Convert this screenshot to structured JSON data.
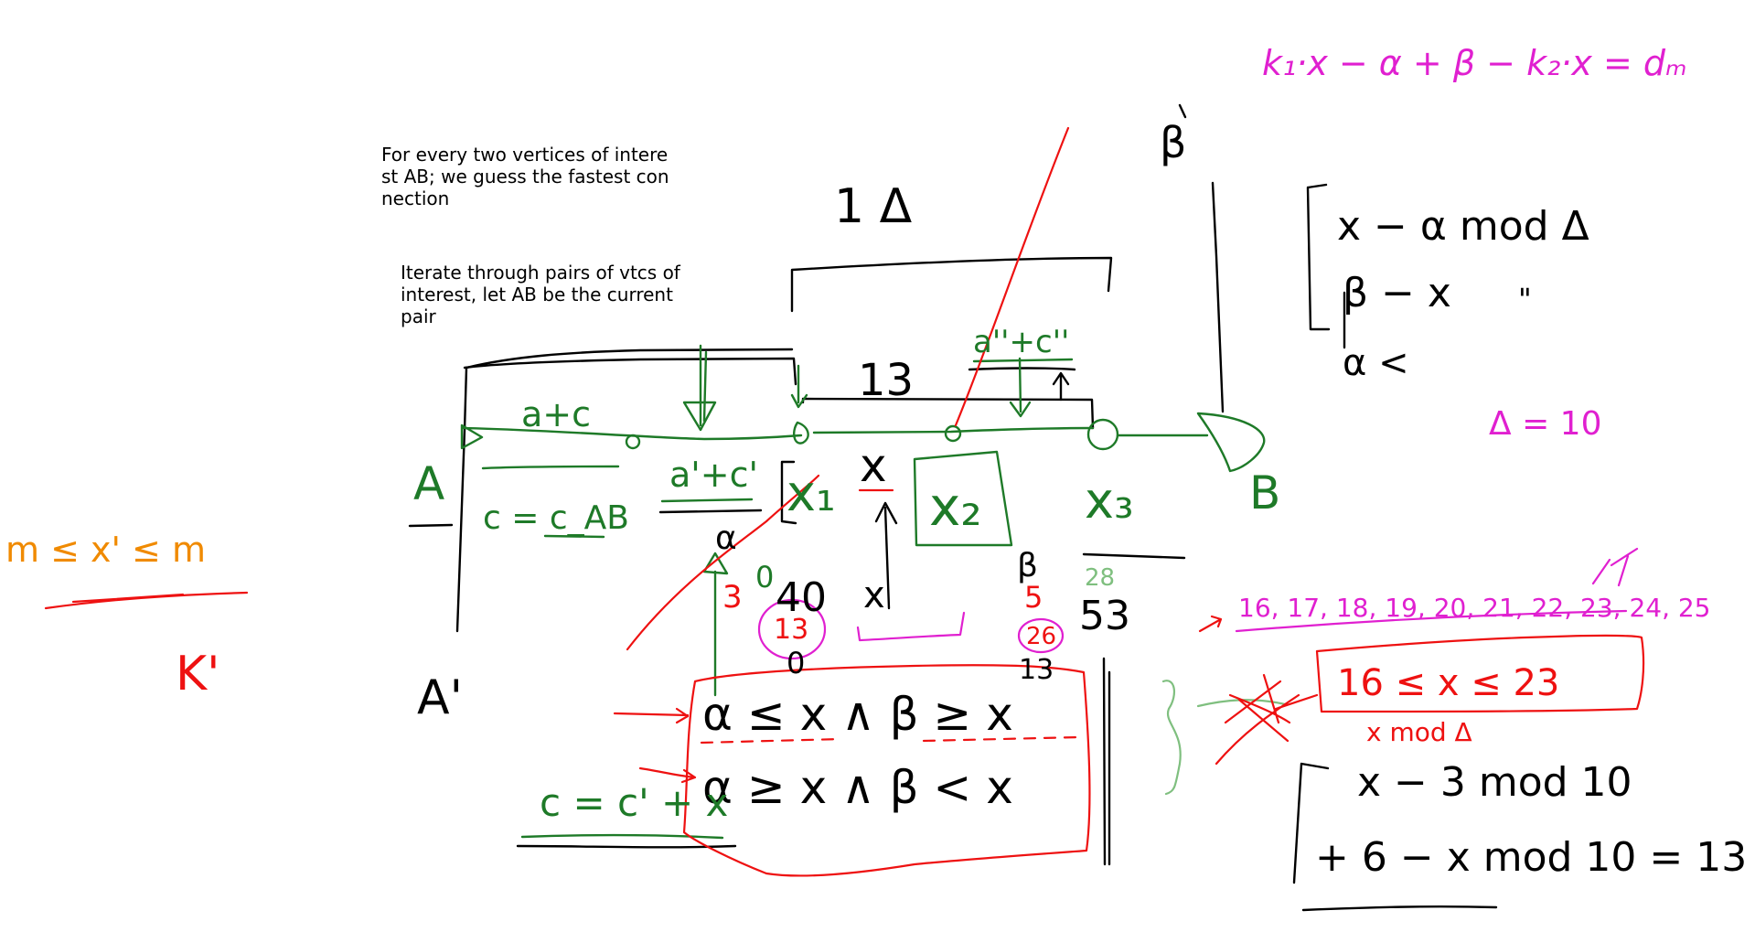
{
  "notes": {
    "note_1": "For every two vertices of intere\nst AB; we guess the fastest con\nnection",
    "note_2": "Iterate through pairs of vtcs of\ninterest, let AB be the current\npair"
  },
  "handwriting": {
    "formula_top": "k₁·x − α + β − k₂·x = dₘ",
    "beta_top": "β",
    "one_delta": "1 Δ",
    "mod_line_1": "x − α  mod Δ",
    "mod_line_2": "β − x",
    "ditto": "\"",
    "alpha_lt": "α <",
    "delta_eq": "Δ = 10",
    "label_a": "A",
    "label_a_prime": "A'",
    "label_b": "B",
    "edge_a_c": "a+c",
    "c_eq_cab": "c = c_AB",
    "edge_a_prime_c_prime": "a'+c'",
    "edge_a_dprime_c_dprime": "a''+c''",
    "thirteen_top": "13",
    "x1": "x₁",
    "x2": "x₂",
    "x3": "x₃",
    "x_mark": "x",
    "alpha_small": "α",
    "beta_small": "β",
    "zero": "0",
    "forty": "40",
    "x_small": "x",
    "fifty_three": "53",
    "three_red": "3",
    "thirteen_circled": "13",
    "five_red": "5",
    "twenty_six_circled": "26",
    "twenty_eight": "28",
    "thirteen_mid": "13",
    "zero_mid": "0",
    "cond_1": "α ≤ x ∧ β ≥ x",
    "cond_2": "α ≥ x ∧ β < x",
    "c_eq_c_prime_x": "c = c' + x",
    "m_le_x_le_m": "m ≤ x' ≤ m",
    "k_prime": "K'",
    "sequence": "16, 17, 18, 19, 20, 21, 22, 23, 24, 25",
    "range": "16 ≤ x ≤ 23",
    "x_mod_delta": "x  mod Δ",
    "eq_line_1": "x − 3  mod 10",
    "eq_line_2": "+ 6 − x  mod 10 = 13"
  },
  "colors": {
    "black": "#000000",
    "green": "#1e7a28",
    "light_green": "#7fbf7f",
    "red": "#ee1111",
    "magenta": "#e020d0",
    "orange": "#f08a00"
  }
}
